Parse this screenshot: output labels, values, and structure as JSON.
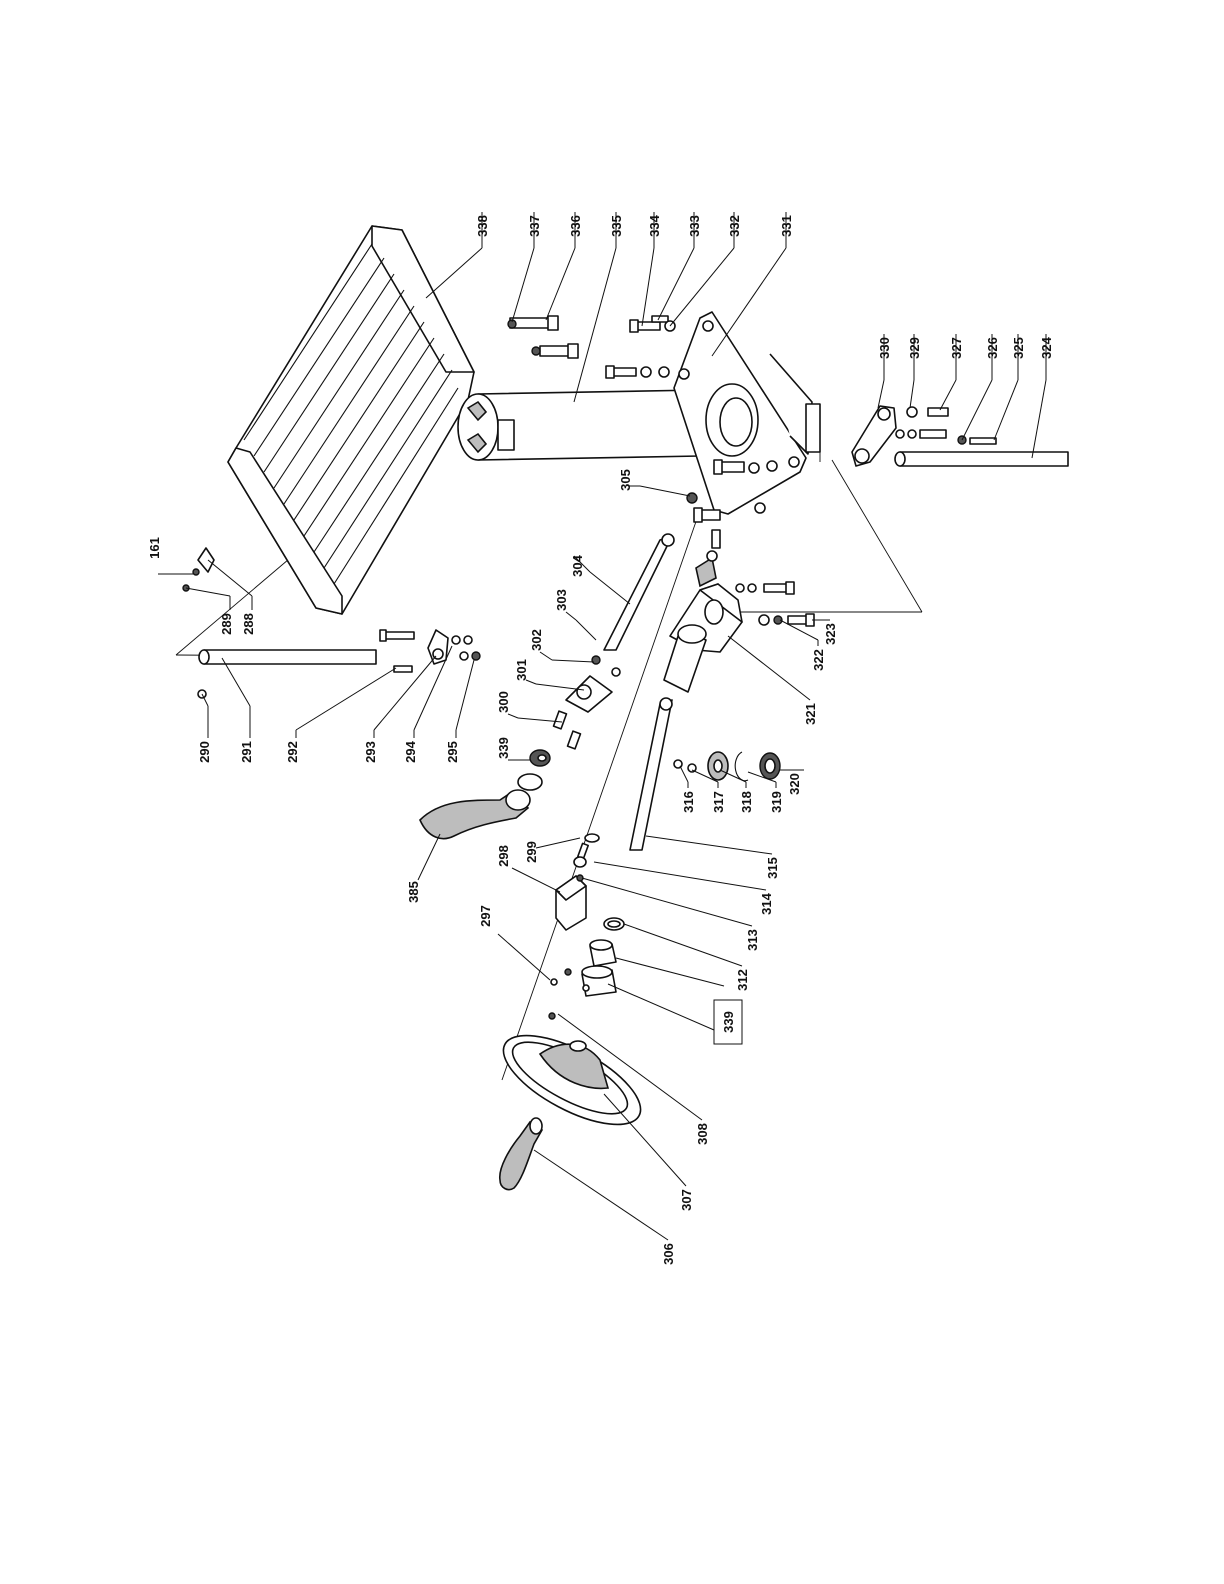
{
  "diagram": {
    "part_numbers": [
      "338",
      "337",
      "336",
      "335",
      "334",
      "333",
      "332",
      "331",
      "330",
      "329",
      "327",
      "326",
      "325",
      "324",
      "305",
      "304",
      "303",
      "302",
      "301",
      "300",
      "339",
      "385",
      "161",
      "289",
      "288",
      "290",
      "291",
      "292",
      "293",
      "294",
      "295",
      "316",
      "317",
      "318",
      "319",
      "320",
      "321",
      "322",
      "323",
      "315",
      "299",
      "314",
      "298",
      "313",
      "312",
      "297",
      "339",
      "308",
      "307",
      "306"
    ],
    "boxed_part_number": "339"
  }
}
